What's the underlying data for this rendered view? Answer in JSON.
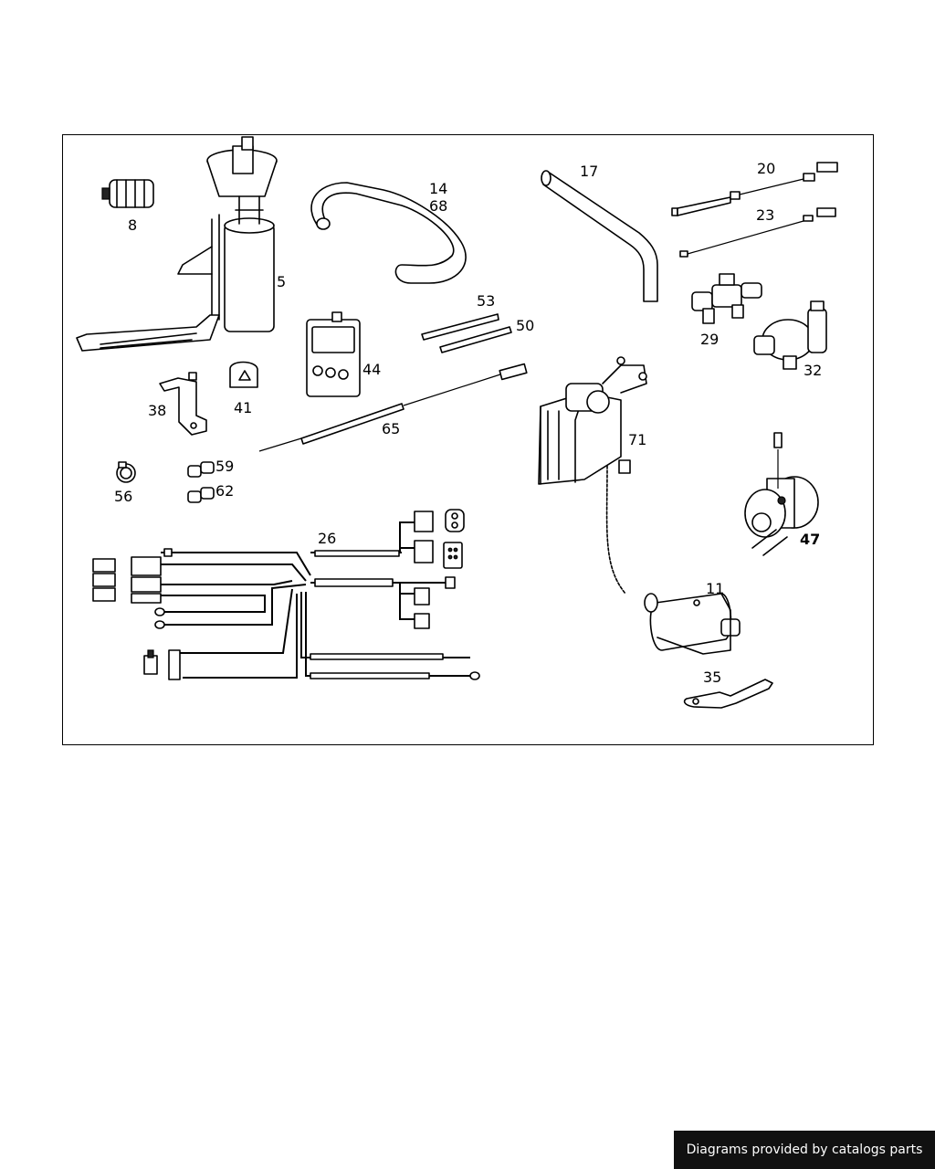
{
  "labels": {
    "p5": "5",
    "p8": "8",
    "p11": "11",
    "p14": "14",
    "p68": "68",
    "p17": "17",
    "p20": "20",
    "p23": "23",
    "p26": "26",
    "p29": "29",
    "p32": "32",
    "p35": "35",
    "p38": "38",
    "p41": "41",
    "p44": "44",
    "p47": "47",
    "p50": "50",
    "p53": "53",
    "p56": "56",
    "p59": "59",
    "p62": "62",
    "p65": "65",
    "p71": "71"
  },
  "footer": {
    "credit": "Diagrams provided by catalogs parts"
  }
}
